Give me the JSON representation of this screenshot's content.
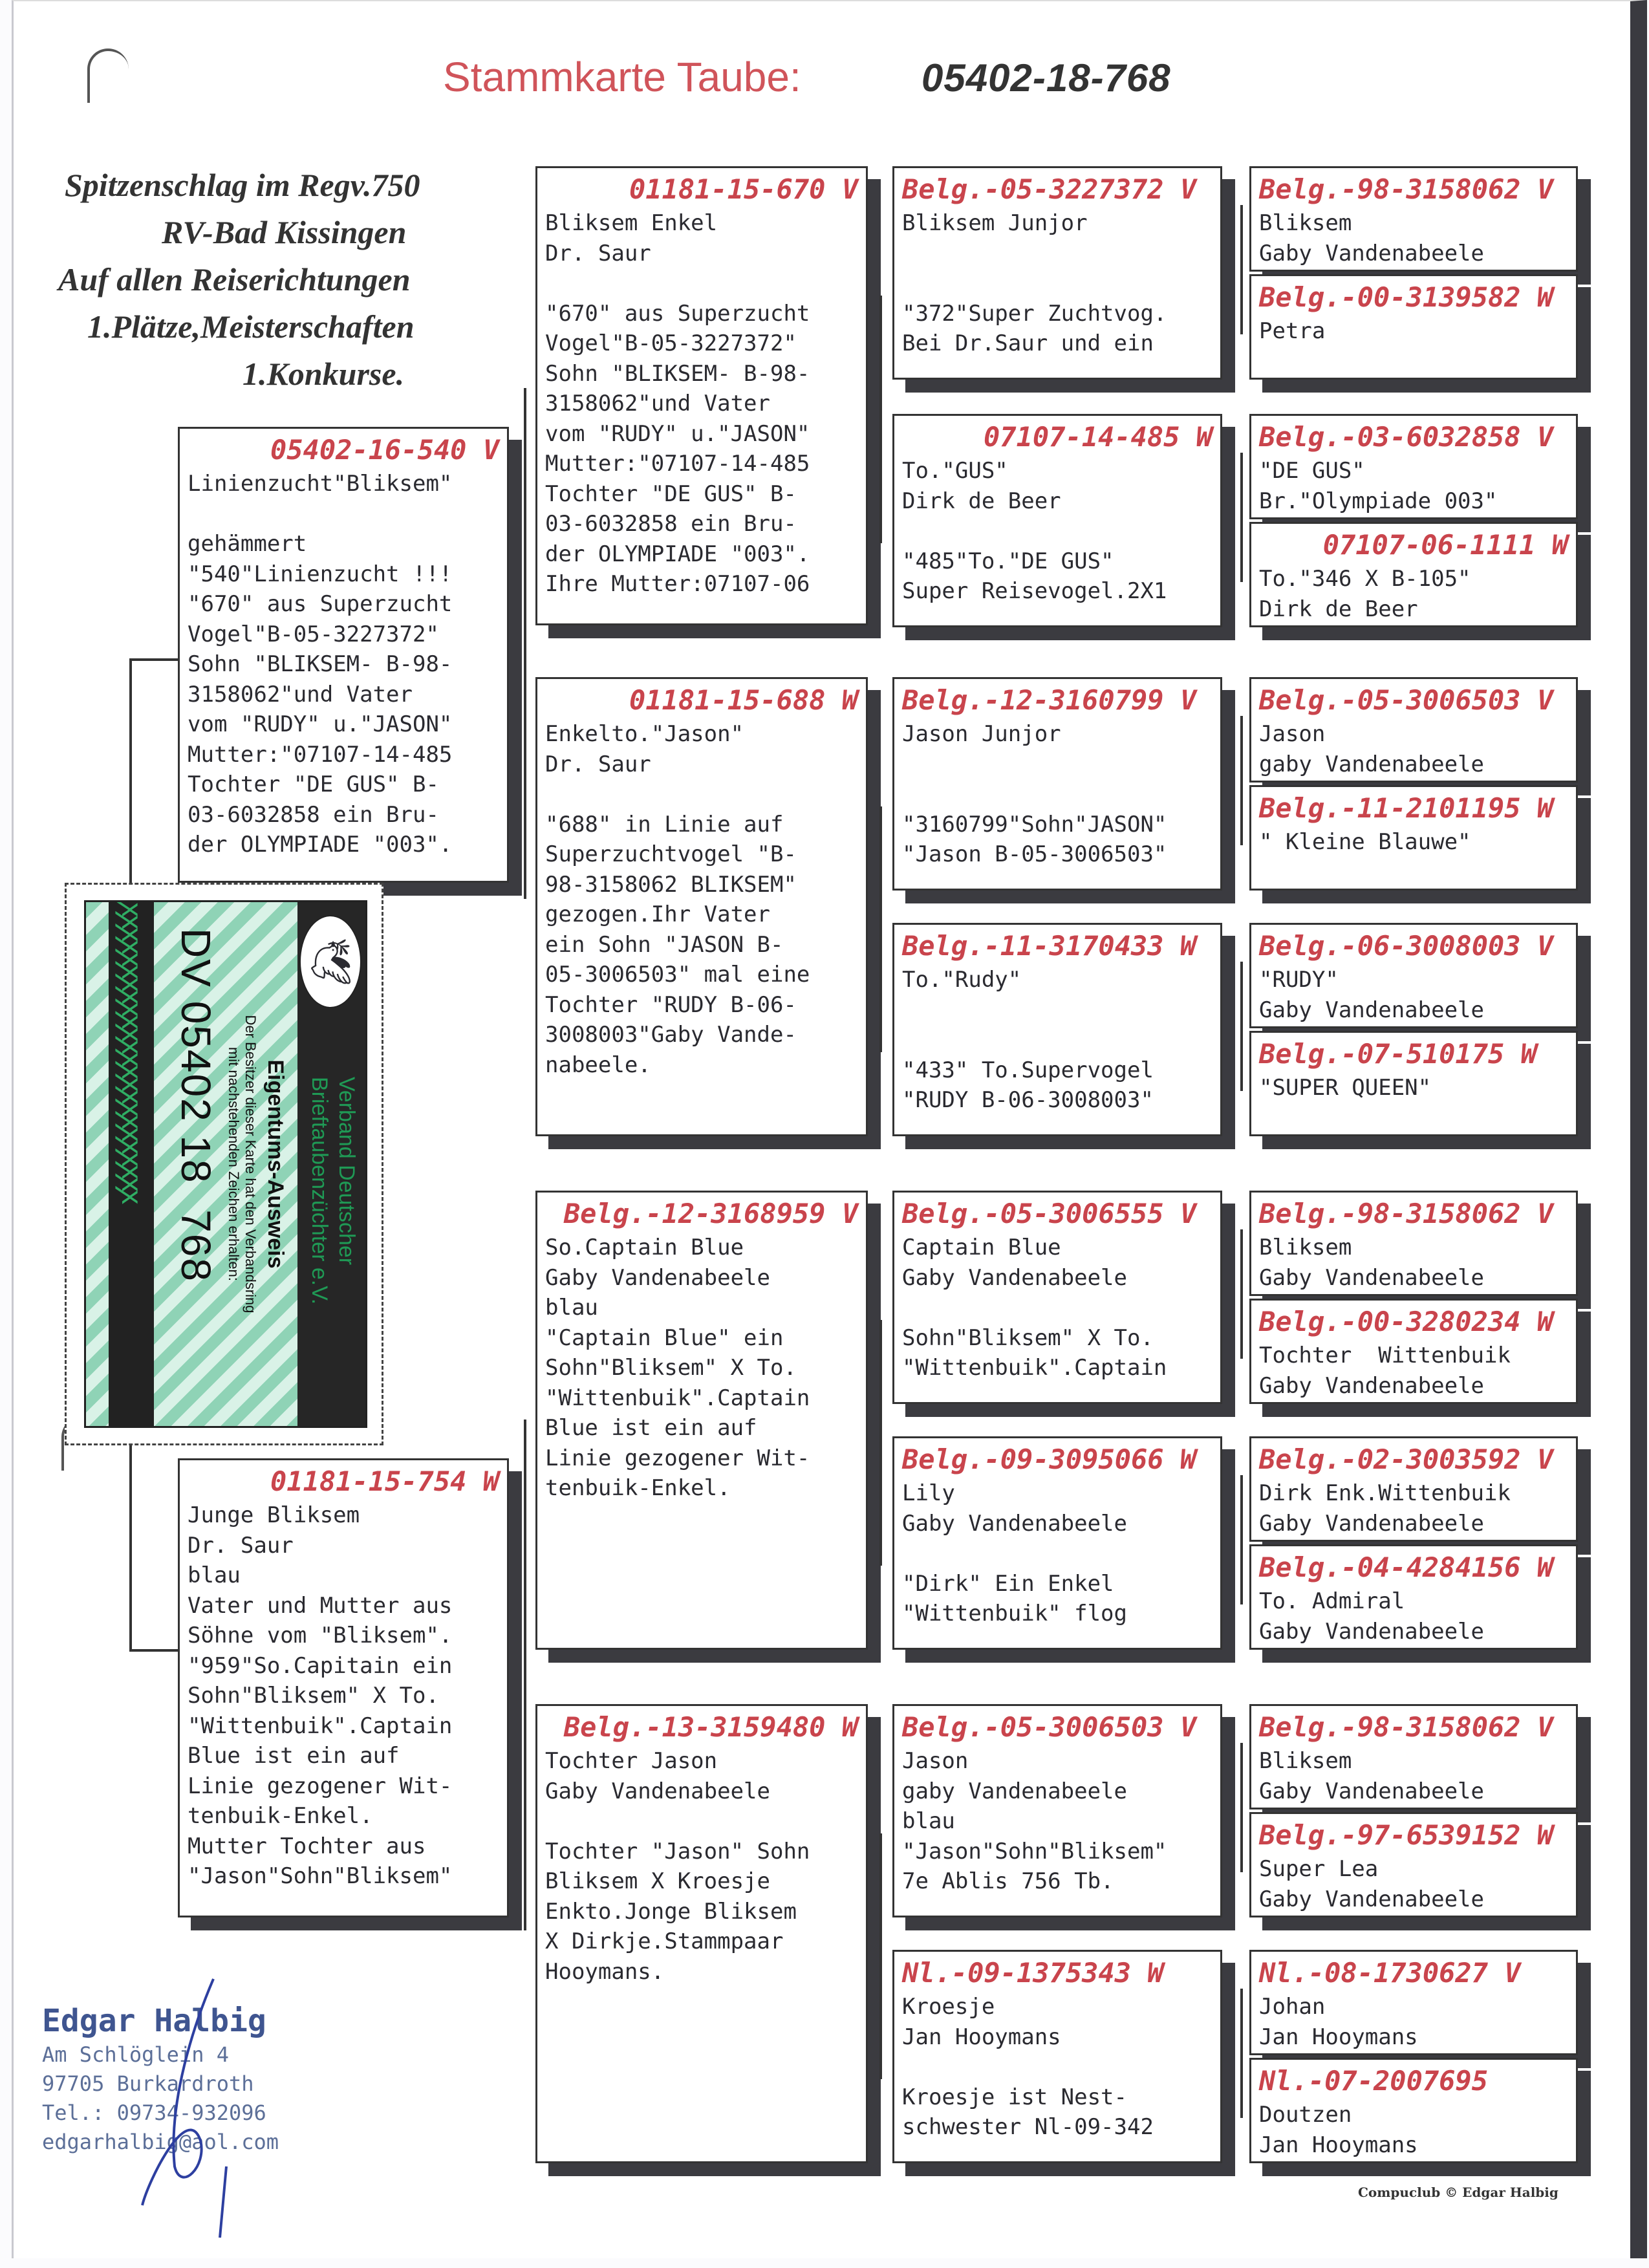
{
  "header": {
    "title": "Stammkarte Taube:",
    "ring_number": "05402-18-768"
  },
  "slogan": [
    "Spitzenschlag im Regv.750",
    "RV-Bad Kissingen",
    "Auf allen Reiserichtungen",
    "1.Plätze,Meisterschaften",
    "1.Konkurse."
  ],
  "gen1": [
    {
      "ring": "05402-16-540 V",
      "text": "Linienzucht\"Bliksem\"\n\ngehämmert\n\"540\"Linienzucht !!!\n\"670\" aus Superzucht\nVogel\"B-05-3227372\"\nSohn \"BLIKSEM- B-98-\n3158062\"und Vater\nvom \"RUDY\" u.\"JASON\"\nMutter:\"07107-14-485\nTochter \"DE GUS\" B-\n03-6032858 ein Bru-\nder OLYMPIADE \"003\"."
    },
    {
      "ring": "01181-15-754 W",
      "text": "Junge Bliksem\nDr. Saur\nblau\nVater und Mutter aus\nSöhne vom \"Bliksem\".\n\"959\"So.Capitain ein\nSohn\"Bliksem\" X To.\n\"Wittenbuik\".Captain\nBlue ist ein auf\nLinie gezogener Wit-\ntenbuik-Enkel.\nMutter Tochter aus\n\"Jason\"Sohn\"Bliksem\""
    }
  ],
  "gen2": [
    {
      "ring": "01181-15-670 V",
      "text": "Bliksem Enkel\nDr. Saur\n\n\"670\" aus Superzucht\nVogel\"B-05-3227372\"\nSohn \"BLIKSEM- B-98-\n3158062\"und Vater\nvom \"RUDY\" u.\"JASON\"\nMutter:\"07107-14-485\nTochter \"DE GUS\" B-\n03-6032858 ein Bru-\nder OLYMPIADE \"003\".\nIhre Mutter:07107-06"
    },
    {
      "ring": "01181-15-688 W",
      "text": "Enkelto.\"Jason\"\nDr. Saur\n\n\"688\" in Linie auf\nSuperzuchtvogel \"B-\n98-3158062 BLIKSEM\"\ngezogen.Ihr Vater\nein Sohn \"JASON B-\n05-3006503\" mal eine\nTochter \"RUDY B-06-\n3008003\"Gaby Vande-\nnabeele."
    },
    {
      "ring": "Belg.-12-3168959 V",
      "text": "So.Captain Blue\nGaby Vandenabeele\nblau\n\"Captain Blue\" ein\nSohn\"Bliksem\" X To.\n\"Wittenbuik\".Captain\nBlue ist ein auf\nLinie gezogener Wit-\ntenbuik-Enkel."
    },
    {
      "ring": "Belg.-13-3159480 W",
      "text": "Tochter Jason\nGaby Vandenabeele\n\nTochter \"Jason\" Sohn\nBliksem X Kroesje\nEnkto.Jonge Bliksem\nX Dirkje.Stammpaar\nHooymans."
    }
  ],
  "gen3": [
    {
      "ring": "Belg.-05-3227372 V",
      "text": "Bliksem Junjor\n\n\n\"372\"Super Zuchtvog.\nBei Dr.Saur und ein"
    },
    {
      "ring": "07107-14-485 W",
      "text": "To.\"GUS\"\nDirk de Beer\n\n\"485\"To.\"DE GUS\"\nSuper Reisevogel.2X1"
    },
    {
      "ring": "Belg.-12-3160799 V",
      "text": "Jason Junjor\n\n\n\"3160799\"Sohn\"JASON\"\n\"Jason B-05-3006503\""
    },
    {
      "ring": "Belg.-11-3170433 W",
      "text": "To.\"Rudy\"\n\n\n\"433\" To.Supervogel\n\"RUDY B-06-3008003\""
    },
    {
      "ring": "Belg.-05-3006555 V",
      "text": "Captain Blue\nGaby Vandenabeele\n\nSohn\"Bliksem\" X To.\n\"Wittenbuik\".Captain"
    },
    {
      "ring": "Belg.-09-3095066 W",
      "text": "Lily\nGaby Vandenabeele\n\n\"Dirk\" Ein Enkel\n\"Wittenbuik\" flog"
    },
    {
      "ring": "Belg.-05-3006503 V",
      "text": "Jason\ngaby Vandenabeele\nblau\n\"Jason\"Sohn\"Bliksem\"\n7e Ablis 756 Tb."
    },
    {
      "ring": "Nl.-09-1375343 W",
      "text": "Kroesje\nJan Hooymans\n\nKroesje ist Nest-\nschwester Nl-09-342"
    }
  ],
  "gen4": [
    {
      "ring": "Belg.-98-3158062 V",
      "text": "Bliksem\nGaby Vandenabeele"
    },
    {
      "ring": "Belg.-00-3139582 W",
      "text": "Petra"
    },
    {
      "ring": "Belg.-03-6032858 V",
      "text": "\"DE GUS\"\nBr.\"Olympiade 003\""
    },
    {
      "ring": "07107-06-1111 W",
      "text": "To.\"346 X B-105\"\nDirk de Beer"
    },
    {
      "ring": "Belg.-05-3006503 V",
      "text": "Jason\ngaby Vandenabeele"
    },
    {
      "ring": "Belg.-11-2101195 W",
      "text": "\" Kleine Blauwe\""
    },
    {
      "ring": "Belg.-06-3008003 V",
      "text": "\"RUDY\"\nGaby Vandenabeele"
    },
    {
      "ring": "Belg.-07-510175 W",
      "text": "\"SUPER QUEEN\""
    },
    {
      "ring": "Belg.-98-3158062 V",
      "text": "Bliksem\nGaby Vandenabeele"
    },
    {
      "ring": "Belg.-00-3280234 W",
      "text": "Tochter  Wittenbuik\nGaby Vandenabeele"
    },
    {
      "ring": "Belg.-02-3003592 V",
      "text": "Dirk Enk.Wittenbuik\nGaby Vandenabeele"
    },
    {
      "ring": "Belg.-04-4284156 W",
      "text": "To. Admiral\nGaby Vandenabeele"
    },
    {
      "ring": "Belg.-98-3158062 V",
      "text": "Bliksem\nGaby Vandenabeele"
    },
    {
      "ring": "Belg.-97-6539152 W",
      "text": "Super Lea\nGaby Vandenabeele"
    },
    {
      "ring": "Nl.-08-1730627 V",
      "text": "Johan\nJan Hooymans"
    },
    {
      "ring": "Nl.-07-2007695",
      "text": "Doutzen\nJan Hooymans"
    }
  ],
  "card": {
    "org": "Verband Deutscher\nBrieftaubenzüchter e.V.",
    "title": "Eigentums-Ausweis",
    "subtitle": "Der Besitzer dieser Karte hat den Verbandsring\nmit nachstehenden Zeichen erhalten:",
    "number": "DV 05402 18  768",
    "band": "ꭗꭗꭗꭗꭗꭗꭗꭗꭗꭗꭗꭗꭗꭗꭗꭗꭗꭗꭗꭗꭗꭗꭗꭗ"
  },
  "owner": {
    "name": "Edgar Halbig",
    "street": "Am Schlöglein 4",
    "city": "97705 Burkardroth",
    "phone": "Tel.: 09734-932096",
    "email": "edgarhalbig@aol.com"
  },
  "footer": "Compuclub © Edgar Halbig"
}
